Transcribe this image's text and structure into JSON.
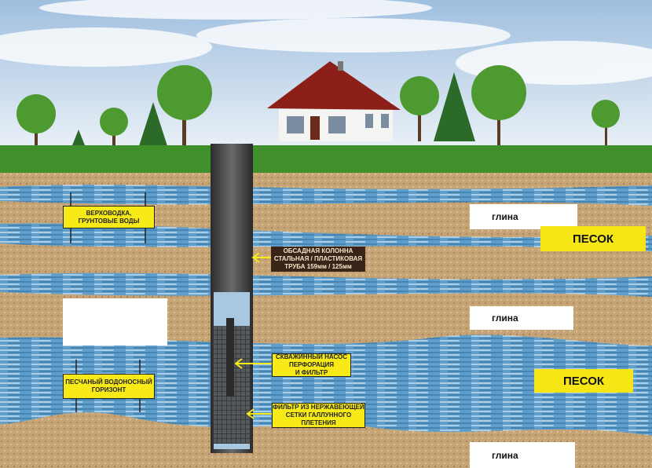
{
  "labels": {
    "perched_water": "ВЕРХОВОДКА,\nГРУНТОВЫЕ ВОДЫ",
    "casing": "ОБСАДНАЯ КОЛОННА\nСТАЛЬНАЯ / ПЛАСТИКОВАЯ\nТРУБА    159мм / 125мм",
    "pump": "СКВАЖИННЫЙ НАСОС\nПЕРФОРАЦИЯ\nИ ФИЛЬТР",
    "aquifer": "ПЕСЧАНЫЙ ВОДОНОСНЫЙ\nГОРИЗОНТ",
    "filter": "ФИЛЬТР ИЗ НЕРЖАВЕЮЩЕЙ\nСЕТКИ ГАЛЛУННОГО ПЛЕТЕНИЯ",
    "clay_1": "глина",
    "sand_1": "ПЕСОК",
    "clay_2": "глина",
    "sand_2": "ПЕСОК",
    "clay_3": "глина"
  },
  "colors": {
    "sky": "#c9dcef",
    "grass": "#3f8f2a",
    "sand": "#c7a576",
    "water": "#5b9cc8",
    "label_yellow": "#f7ea16",
    "pipe": "#4a4a4a"
  }
}
